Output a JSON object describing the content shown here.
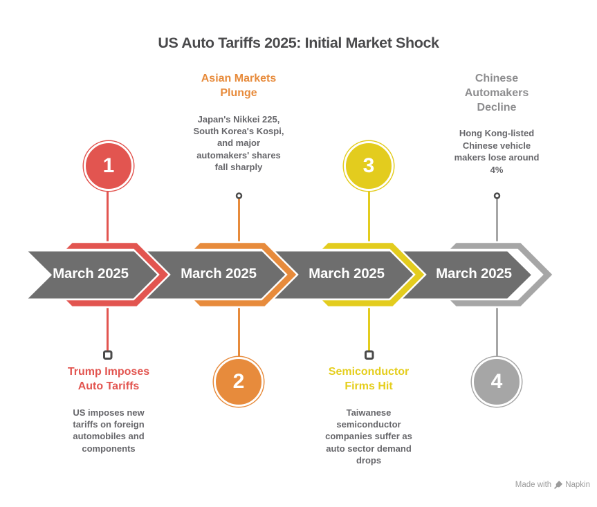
{
  "title": "US Auto Tariffs 2025: Initial Market Shock",
  "timeline": {
    "events": [
      {
        "number": "1",
        "date": "March 2025",
        "heading": "Trump Imposes Auto Tariffs",
        "description": "US imposes new tariffs on foreign automobiles and components",
        "color": "#E25550",
        "heading_color": "#E25550",
        "circle_position": "above",
        "text_position": "below"
      },
      {
        "number": "2",
        "date": "March 2025",
        "heading": "Asian Markets Plunge",
        "description": "Japan's Nikkei 225, South Korea's Kospi, and major automakers' shares fall sharply",
        "color": "#E78B3C",
        "heading_color": "#E78B3C",
        "circle_position": "below",
        "text_position": "above"
      },
      {
        "number": "3",
        "date": "March 2025",
        "heading": "Semiconductor Firms Hit",
        "description": "Taiwanese semiconductor companies suffer as auto sector demand drops",
        "color": "#E3CC1E",
        "heading_color": "#E5CE1D",
        "circle_position": "above",
        "text_position": "below"
      },
      {
        "number": "4",
        "date": "March 2025",
        "heading": "Chinese Automakers Decline",
        "description": "Hong Kong-listed Chinese vehicle makers lose around 4%",
        "color": "#A6A6A6",
        "heading_color": "#8D8D8F",
        "circle_position": "below",
        "text_position": "above"
      }
    ]
  },
  "colors": {
    "band": "#6E6E6E",
    "title": "#4A4A4C",
    "body_text": "#66666A",
    "dot_outline": "#4A4A4A",
    "watermark": "#9B9B9B",
    "background": "#FFFFFF"
  },
  "watermark": {
    "prefix": "Made with",
    "brand": "Napkin",
    "icon": "pen-nib-icon"
  }
}
